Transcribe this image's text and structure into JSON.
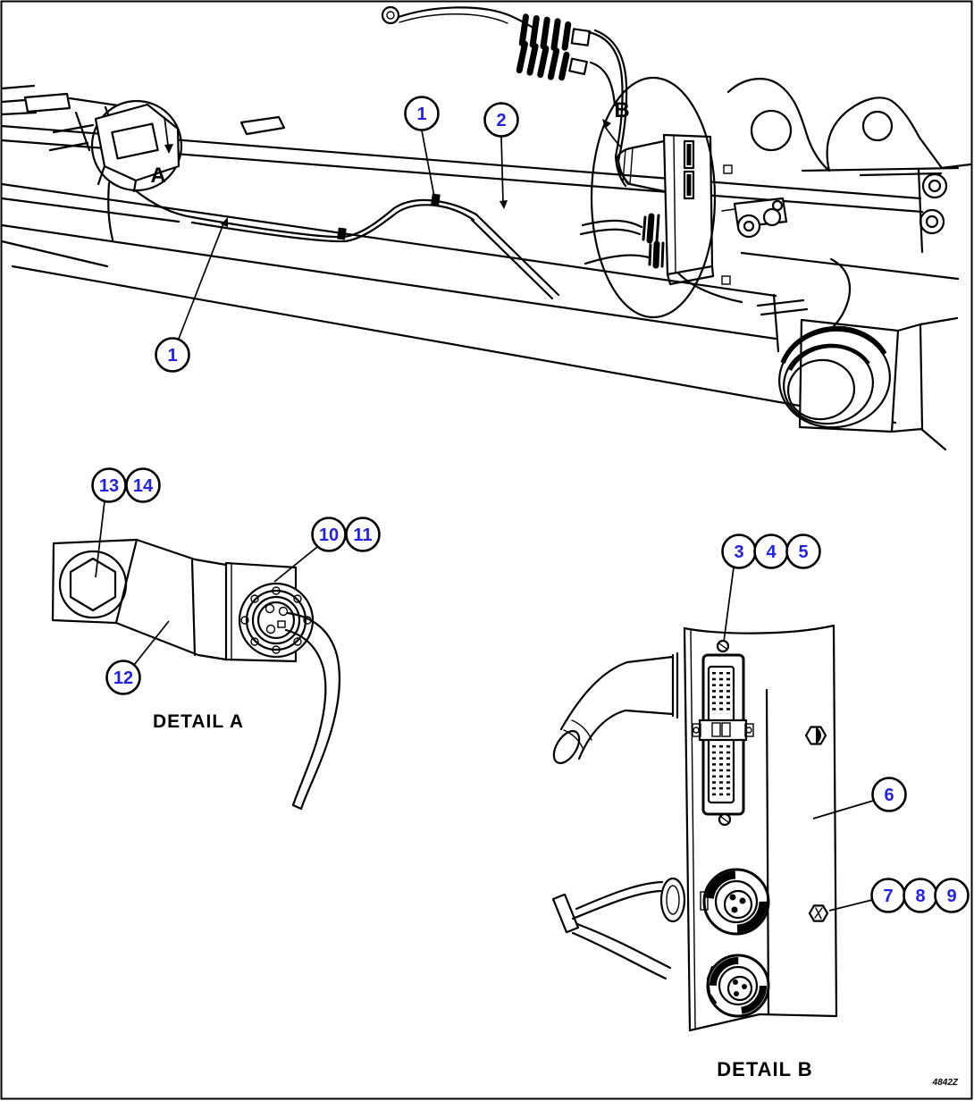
{
  "meta": {
    "description": "Frame wiring harness installation parts diagram with detail views",
    "background": "#ffffff",
    "line_color": "#000000",
    "balloon_color": "#2222e0"
  },
  "balloons": {
    "main_1a": "1",
    "main_2": "2",
    "main_1b": "1",
    "a_13": "13",
    "a_14": "14",
    "a_10": "10",
    "a_11": "11",
    "a_12": "12",
    "b_3": "3",
    "b_4": "4",
    "b_5": "5",
    "b_6": "6",
    "b_7": "7",
    "b_8": "8",
    "b_9": "9"
  },
  "view_arrows": {
    "a": "A",
    "b": "B"
  },
  "captions": {
    "detail_a": "DETAIL A",
    "detail_b": "DETAIL B"
  },
  "footer": {
    "drawing_code": "4842Z"
  }
}
